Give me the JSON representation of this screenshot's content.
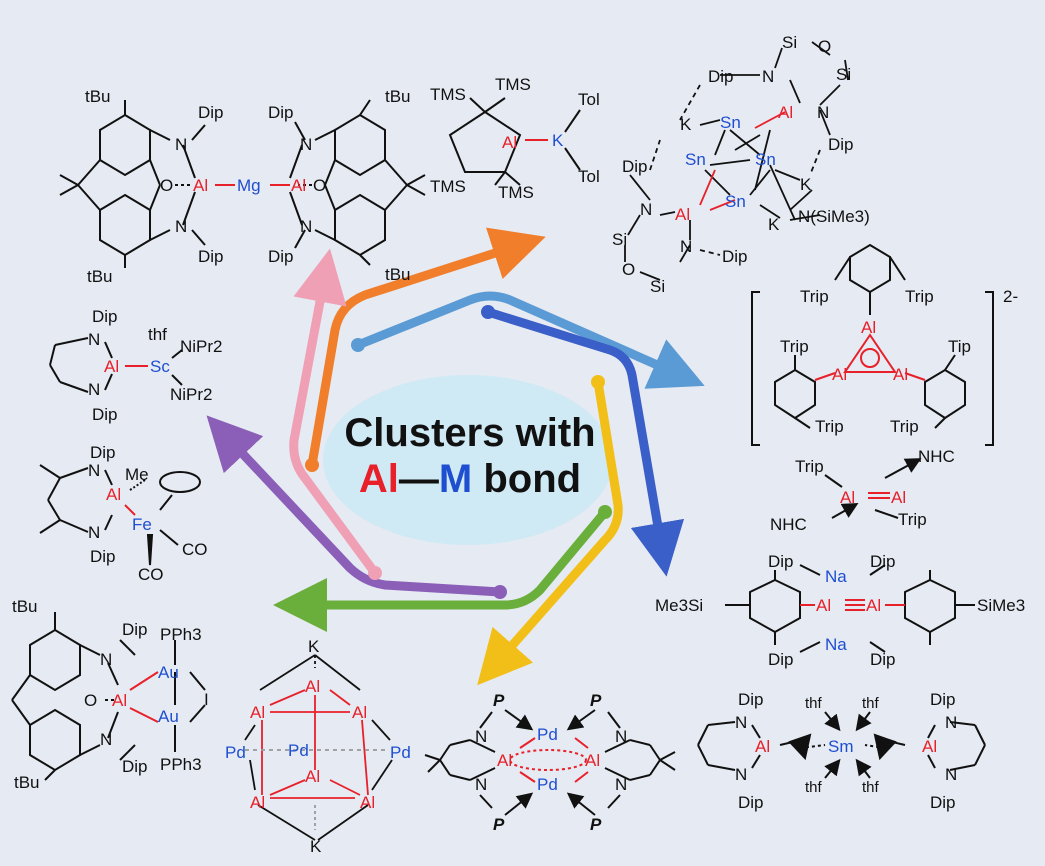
{
  "center": {
    "line1": "Clusters with",
    "al": "Al",
    "dash": "—",
    "m": "M",
    "bond": " bond"
  },
  "colors": {
    "al": "#e8202a",
    "metal": "#1f4fd1",
    "bond_line": "#111111",
    "ellipse": "#cfe9f5",
    "background": "#e6eaf2",
    "arrow_orange": "#f07e2b",
    "arrow_lightblue": "#5b9bd5",
    "arrow_darkblue": "#3a5fc8",
    "arrow_yellow": "#f2bf18",
    "arrow_green": "#6aae3b",
    "arrow_purple": "#8b5fb8",
    "arrow_pink": "#f0a0b4"
  },
  "molecules": {
    "al_mg": {
      "labels": {
        "tbu_top_left": "tBu",
        "tbu_top_right": "tBu",
        "tbu_bottom_left": "tBu",
        "tbu_bottom_right": "tBu",
        "dip_tl": "Dip",
        "dip_bl": "Dip",
        "dip_tr": "Dip",
        "dip_br": "Dip",
        "n1": "N",
        "n2": "N",
        "n3": "N",
        "n4": "N",
        "o1": "O",
        "o2": "O",
        "al1": "Al",
        "mg": "Mg",
        "al2": "Al"
      }
    },
    "al_k": {
      "labels": {
        "tms1": "TMS",
        "tms2": "TMS",
        "tms3": "TMS",
        "tms4": "TMS",
        "al": "Al",
        "k": "K",
        "tol1": "Tol",
        "tol2": "Tol"
      }
    },
    "al_sn": {
      "labels": {
        "si1": "Si",
        "o1": "O",
        "si2": "Si",
        "dip1": "Dip",
        "n1": "N",
        "al1": "Al",
        "n2": "N",
        "dip2": "Dip",
        "k1": "K",
        "sn1": "Sn",
        "sn2": "Sn",
        "sn3": "Sn",
        "sn4": "Sn",
        "k2": "K",
        "k3": "K",
        "nsime3": "N(SiMe3)",
        "dip3": "Dip",
        "n3": "N",
        "al2": "Al",
        "n4": "N",
        "dip4": "Dip",
        "si3": "Si",
        "o2": "O",
        "si4": "Si"
      }
    },
    "al3": {
      "labels": {
        "trip_top_l": "Trip",
        "trip_top_r": "Trip",
        "al_top": "Al",
        "al_l": "Al",
        "al_r": "Al",
        "trip_l": "Trip",
        "tip_r": "Tip",
        "trip_bl": "Trip",
        "trip_br": "Trip",
        "charge": "2-"
      }
    },
    "al2_nhc": {
      "labels": {
        "trip1": "Trip",
        "nhc1": "NHC",
        "al1": "Al",
        "al2": "Al",
        "nhc2": "NHC",
        "trip2": "Trip"
      }
    },
    "al_al_triple": {
      "labels": {
        "dip_tl": "Dip",
        "na_t": "Na",
        "dip_tr": "Dip",
        "me3si": "Me3Si",
        "al1": "Al",
        "al2": "Al",
        "sime3": "SiMe3",
        "dip_bl": "Dip",
        "na_b": "Na",
        "dip_br": "Dip"
      }
    },
    "al_sc": {
      "labels": {
        "dip1": "Dip",
        "n1": "N",
        "al": "Al",
        "sc": "Sc",
        "thf": "thf",
        "npr1": "NiPr2",
        "npr2": "NiPr2",
        "n2": "N",
        "dip2": "Dip"
      }
    },
    "al_fe": {
      "labels": {
        "dip1": "Dip",
        "n1": "N",
        "al": "Al",
        "me": "Me",
        "fe": "Fe",
        "co1": "CO",
        "co2": "CO",
        "n2": "N",
        "dip2": "Dip"
      }
    },
    "al_au": {
      "labels": {
        "tbu1": "tBu",
        "tbu2": "tBu",
        "o": "O",
        "al": "Al",
        "n1": "N",
        "n2": "N",
        "dip1": "Dip",
        "dip2": "Dip",
        "pph3_1": "PPh3",
        "pph3_2": "PPh3",
        "au1": "Au",
        "au2": "Au",
        "i": "I"
      }
    },
    "al_pd_cluster": {
      "labels": {
        "k_top": "K",
        "al1": "Al",
        "al2": "Al",
        "al3": "Al",
        "pd1": "Pd",
        "pd2": "Pd",
        "pd3": "Pd",
        "al4": "Al",
        "al5": "Al",
        "al6": "Al",
        "k_bottom": "K"
      }
    },
    "al_pd_ring": {
      "labels": {
        "p1": "P",
        "p2": "P",
        "p3": "P",
        "p4": "P",
        "pd1": "Pd",
        "pd2": "Pd",
        "al1": "Al",
        "al2": "Al",
        "n1": "N",
        "n2": "N",
        "n3": "N",
        "n4": "N"
      }
    },
    "al_sm": {
      "labels": {
        "dip1": "Dip",
        "dip2": "Dip",
        "dip3": "Dip",
        "dip4": "Dip",
        "n1": "N",
        "n2": "N",
        "n3": "N",
        "n4": "N",
        "al1": "Al",
        "al2": "Al",
        "sm": "Sm",
        "thf1": "thf",
        "thf2": "thf",
        "thf3": "thf",
        "thf4": "thf"
      }
    }
  }
}
